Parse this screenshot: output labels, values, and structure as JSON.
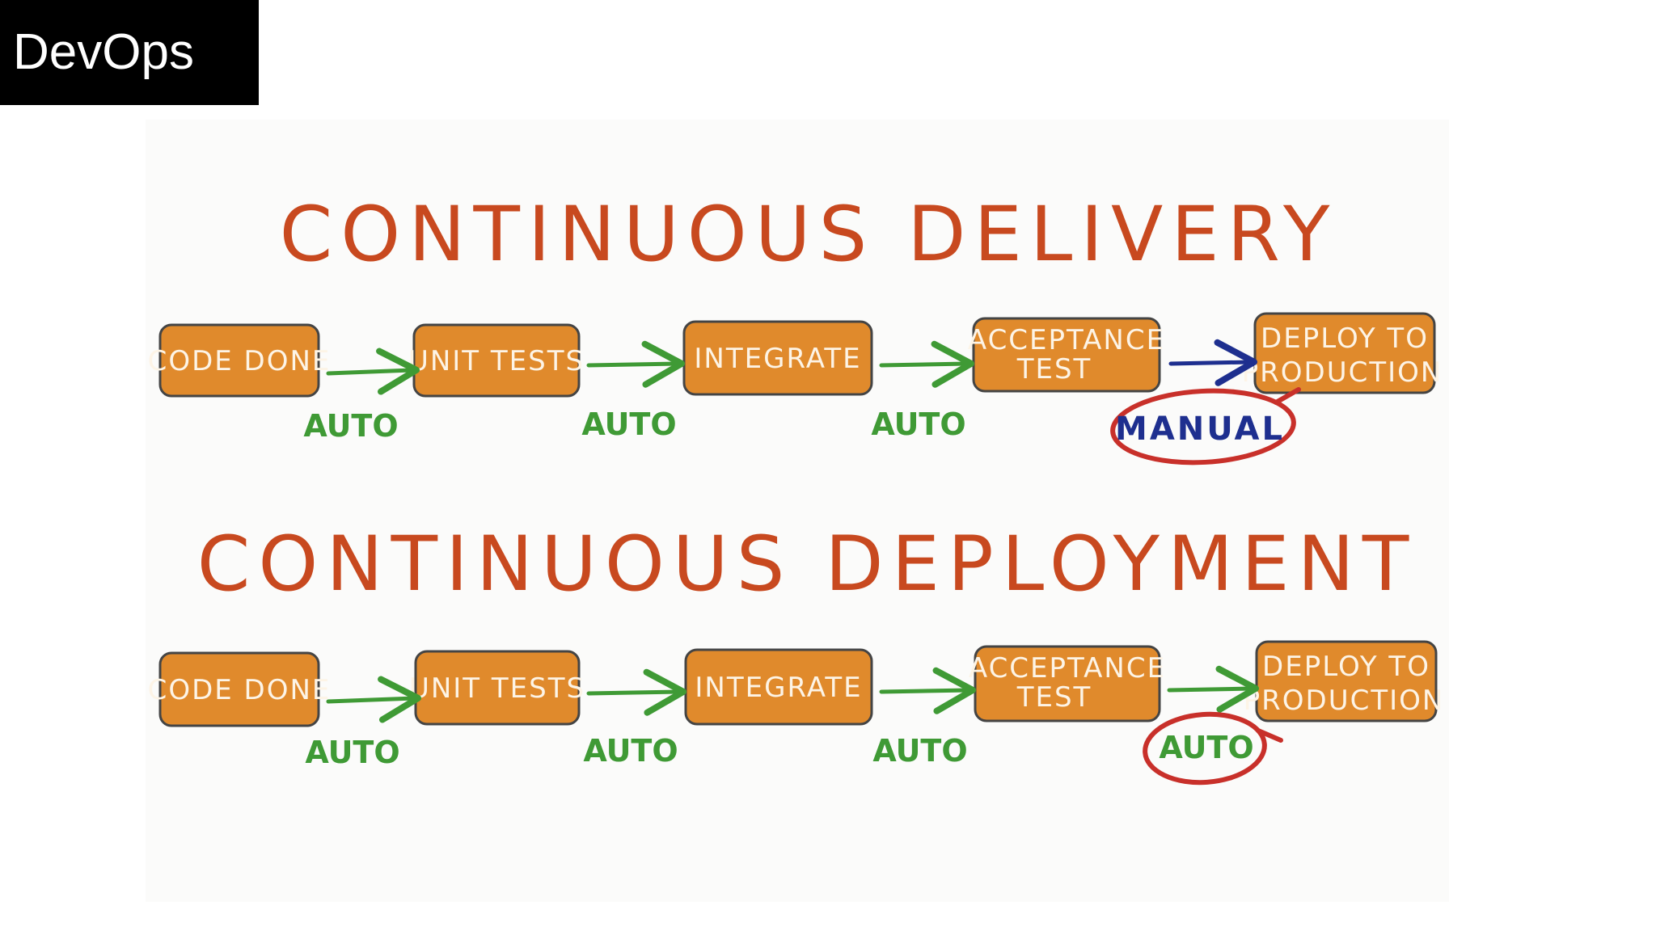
{
  "slide": {
    "tag": "DevOps"
  },
  "colors": {
    "box_fill": "#e08a2c",
    "box_stroke": "#444444",
    "title": "#c8491f",
    "auto_arrow": "#3f9a35",
    "manual_arrow": "#1e2f8f",
    "circle": "#c8302a"
  },
  "delivery": {
    "title": "CONTINUOUS DELIVERY",
    "steps": {
      "code_done": "CODE DONE",
      "unit_tests": "UNIT TESTS",
      "integrate": "INTEGRATE",
      "acceptance_1": "ACCEPTANCE",
      "acceptance_2": "TEST",
      "deploy_1": "DEPLOY TO",
      "deploy_2": "PRODUCTION"
    },
    "transitions": {
      "t1": "AUTO",
      "t2": "AUTO",
      "t3": "AUTO",
      "t4": "MANUAL"
    }
  },
  "deployment": {
    "title": "CONTINUOUS DEPLOYMENT",
    "steps": {
      "code_done": "CODE DONE",
      "unit_tests": "UNIT TESTS",
      "integrate": "INTEGRATE",
      "acceptance_1": "ACCEPTANCE",
      "acceptance_2": "TEST",
      "deploy_1": "DEPLOY TO",
      "deploy_2": "PRODUCTION"
    },
    "transitions": {
      "t1": "AUTO",
      "t2": "AUTO",
      "t3": "AUTO",
      "t4": "AUTO"
    }
  }
}
